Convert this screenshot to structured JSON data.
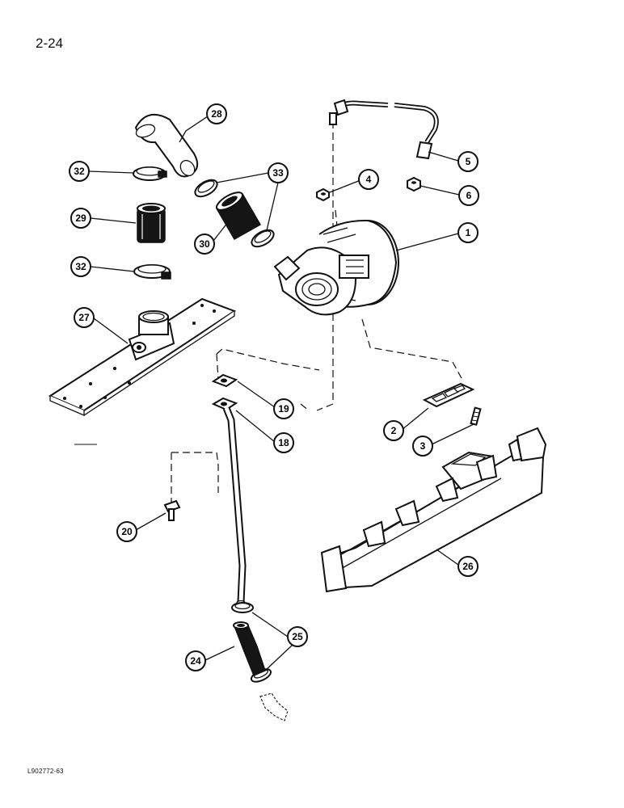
{
  "page": {
    "number": "2-24",
    "figure_code": "L902772-63"
  },
  "callouts": [
    {
      "id": "28",
      "label": "28"
    },
    {
      "id": "32a",
      "label": "32"
    },
    {
      "id": "33",
      "label": "33"
    },
    {
      "id": "29",
      "label": "29"
    },
    {
      "id": "30",
      "label": "30"
    },
    {
      "id": "32b",
      "label": "32"
    },
    {
      "id": "27",
      "label": "27"
    },
    {
      "id": "4",
      "label": "4"
    },
    {
      "id": "5",
      "label": "5"
    },
    {
      "id": "6",
      "label": "6"
    },
    {
      "id": "1",
      "label": "1"
    },
    {
      "id": "19",
      "label": "19"
    },
    {
      "id": "18",
      "label": "18"
    },
    {
      "id": "2",
      "label": "2"
    },
    {
      "id": "3",
      "label": "3"
    },
    {
      "id": "20",
      "label": "20"
    },
    {
      "id": "26",
      "label": "26"
    },
    {
      "id": "25",
      "label": "25"
    },
    {
      "id": "24",
      "label": "24"
    }
  ]
}
